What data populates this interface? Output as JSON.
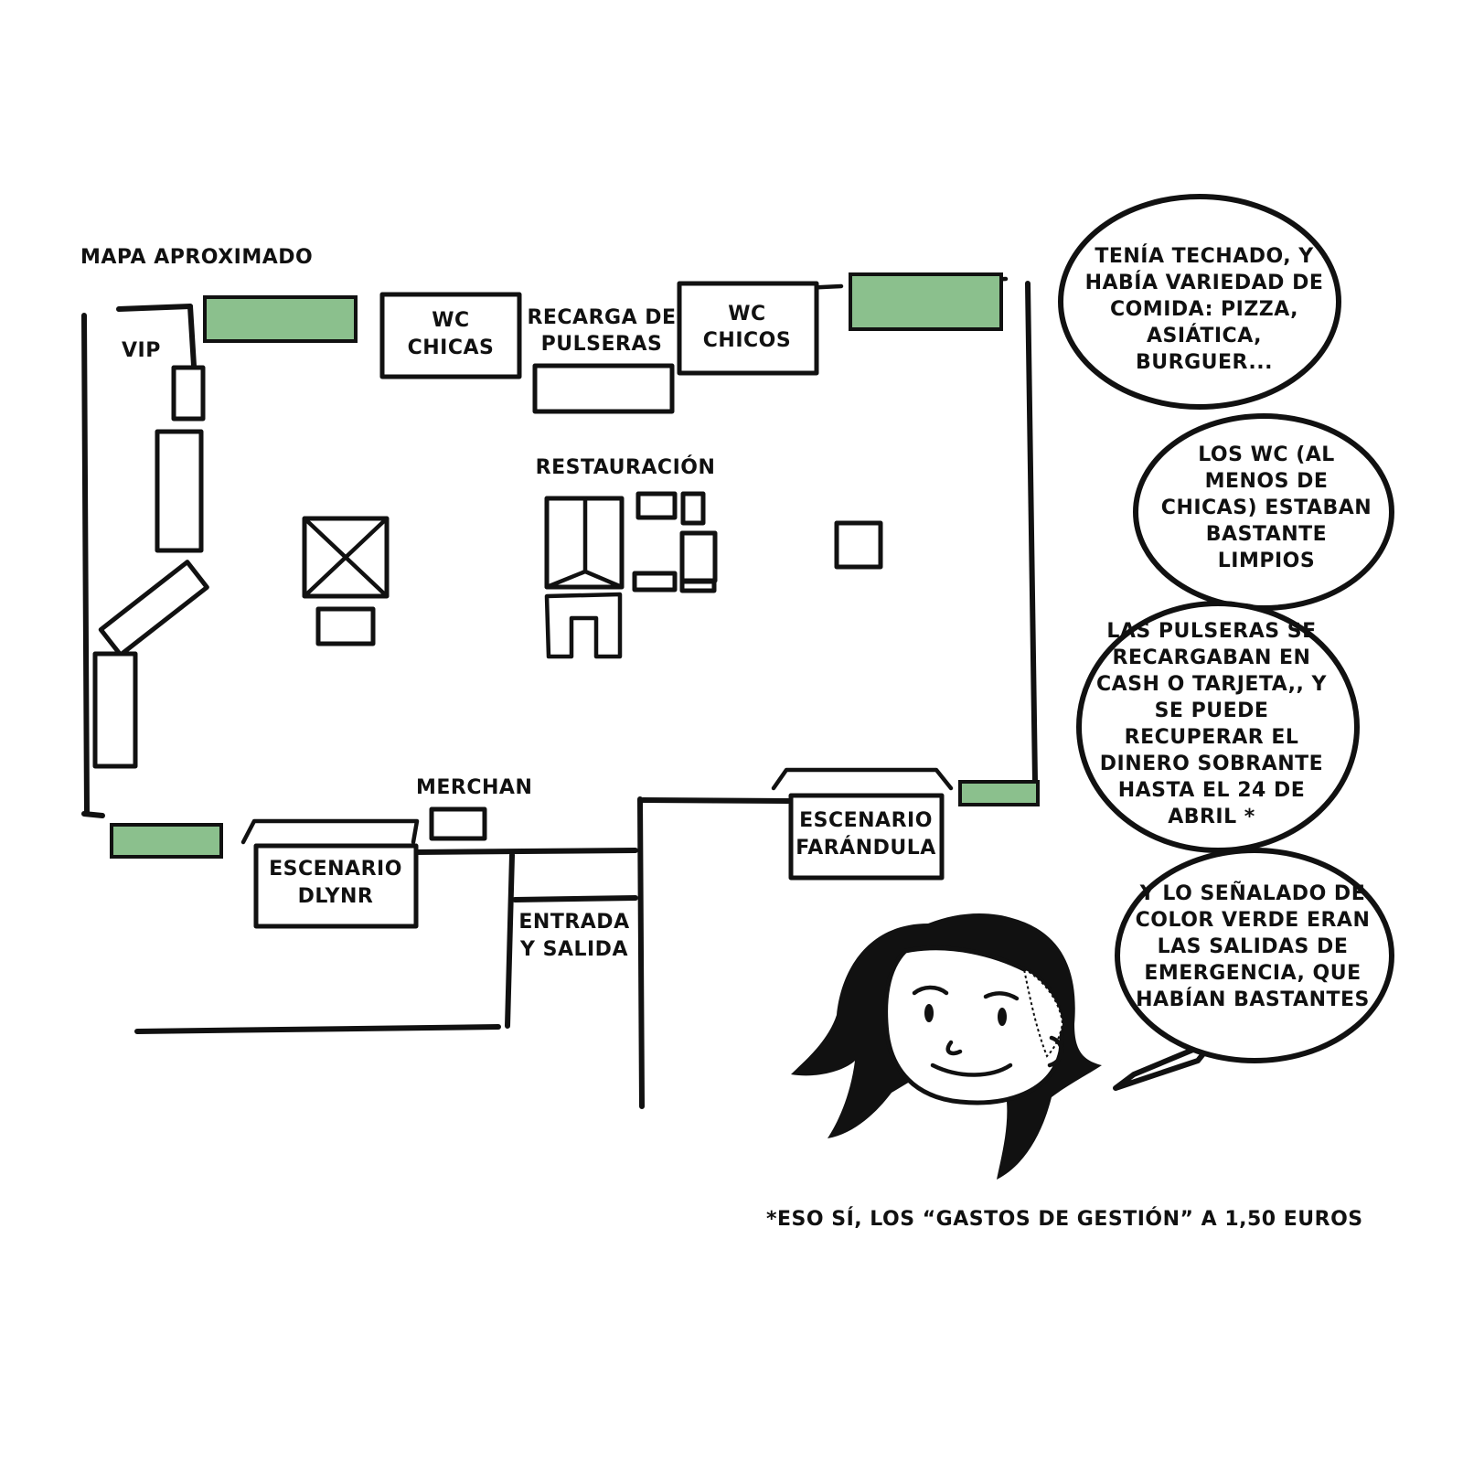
{
  "map": {
    "title": "MAPA APROXIMADO",
    "exit_color": "#8bc08d",
    "labels": {
      "vip": "VIP",
      "wc_chicas": [
        "WC",
        "CHICAS"
      ],
      "recarga": [
        "RECARGA DE",
        "PULSERAS"
      ],
      "wc_chicos": [
        "WC",
        "CHICOS"
      ],
      "restauracion": "RESTAURACIÓN",
      "merchan": "MERCHAN",
      "escenario_dlynr": [
        "ESCENARIO",
        "DLYNR"
      ],
      "entrada": [
        "ENTRADA",
        "Y SALIDA"
      ],
      "escenario_farandula": [
        "ESCENARIO",
        "FARÁNDULA"
      ]
    }
  },
  "bubbles": [
    {
      "lines": [
        "TENÍA TECHADO, Y",
        "HABÍA VARIEDAD DE",
        "COMIDA: PIZZA,",
        "ASIÁTICA,",
        "BURGUER..."
      ]
    },
    {
      "lines": [
        "LOS WC (AL",
        "MENOS DE",
        "CHICAS) ESTABAN",
        "BASTANTE",
        "LIMPIOS"
      ]
    },
    {
      "lines": [
        "LAS PULSERAS SE",
        "RECARGABAN EN",
        "CASH O TARJETA,, Y",
        "SE PUEDE",
        "RECUPERAR EL",
        "DINERO SOBRANTE",
        "HASTA EL 24 DE",
        "ABRIL *"
      ]
    },
    {
      "lines": [
        "Y LO SEÑALADO DE",
        "COLOR VERDE ERAN",
        "LAS SALIDAS DE",
        "EMERGENCIA, QUE",
        "HABÍAN BASTANTES"
      ]
    }
  ],
  "footnote": "*ESO SÍ, LOS “GASTOS DE GESTIÓN” A 1,50 EUROS"
}
